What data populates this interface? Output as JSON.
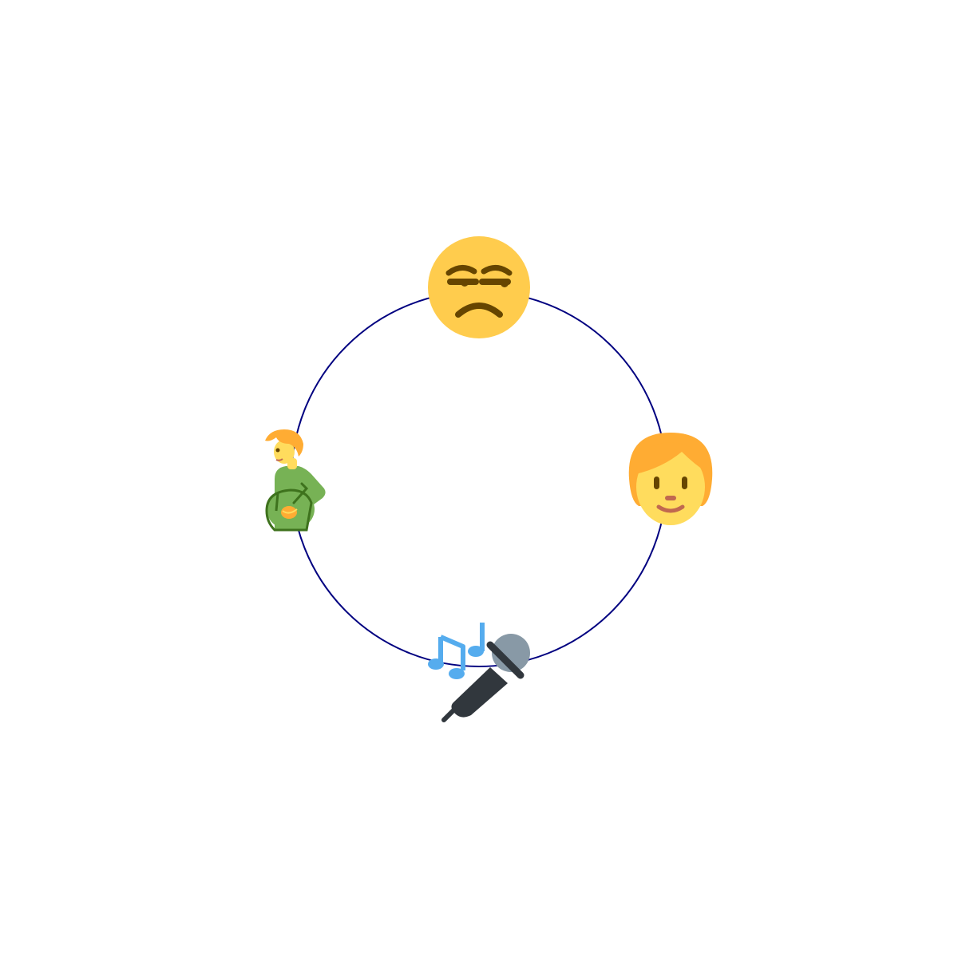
{
  "diagram": {
    "ring_color": "#000080",
    "nodes": [
      {
        "position": "top",
        "icon": "unamused-face-icon"
      },
      {
        "position": "right",
        "icon": "child-face-icon"
      },
      {
        "position": "bottom",
        "icon": "microphone-with-music-notes-icon"
      },
      {
        "position": "left",
        "icon": "pregnant-man-icon"
      }
    ],
    "colors": {
      "skin": "#FFDC5D",
      "face_yellow": "#FFCC4D",
      "hair": "#FFAC33",
      "feature_brown": "#664500",
      "mouth_red": "#C1694F",
      "shirt_green": "#77B255",
      "shirt_dark": "#3E721D",
      "note_blue": "#55ACEE",
      "mic_dark": "#31373D",
      "mic_grey": "#8899A6"
    }
  }
}
